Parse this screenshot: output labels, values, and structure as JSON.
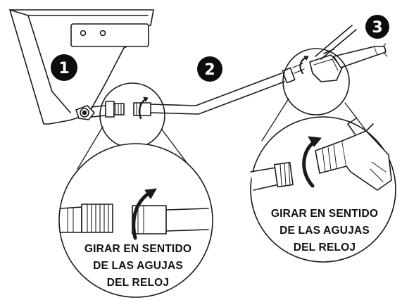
{
  "callouts": [
    {
      "id": "1",
      "text": "1"
    },
    {
      "id": "2",
      "text": "2"
    },
    {
      "id": "3",
      "text": "3"
    }
  ],
  "instructions": {
    "left": [
      "GIRAR EN SENTIDO",
      "DE LAS AGUJAS",
      "DEL RELOJ"
    ],
    "right": [
      "GIRAR EN SENTIDO",
      "DE LAS AGUJAS",
      "DEL RELOJ"
    ]
  },
  "colors": {
    "line": "#1a1a1a",
    "callout_fill": "#0d0d0d",
    "background": "#ffffff"
  },
  "icons": [
    "hopper",
    "hose",
    "spray-gun",
    "clockwise-arrow"
  ]
}
